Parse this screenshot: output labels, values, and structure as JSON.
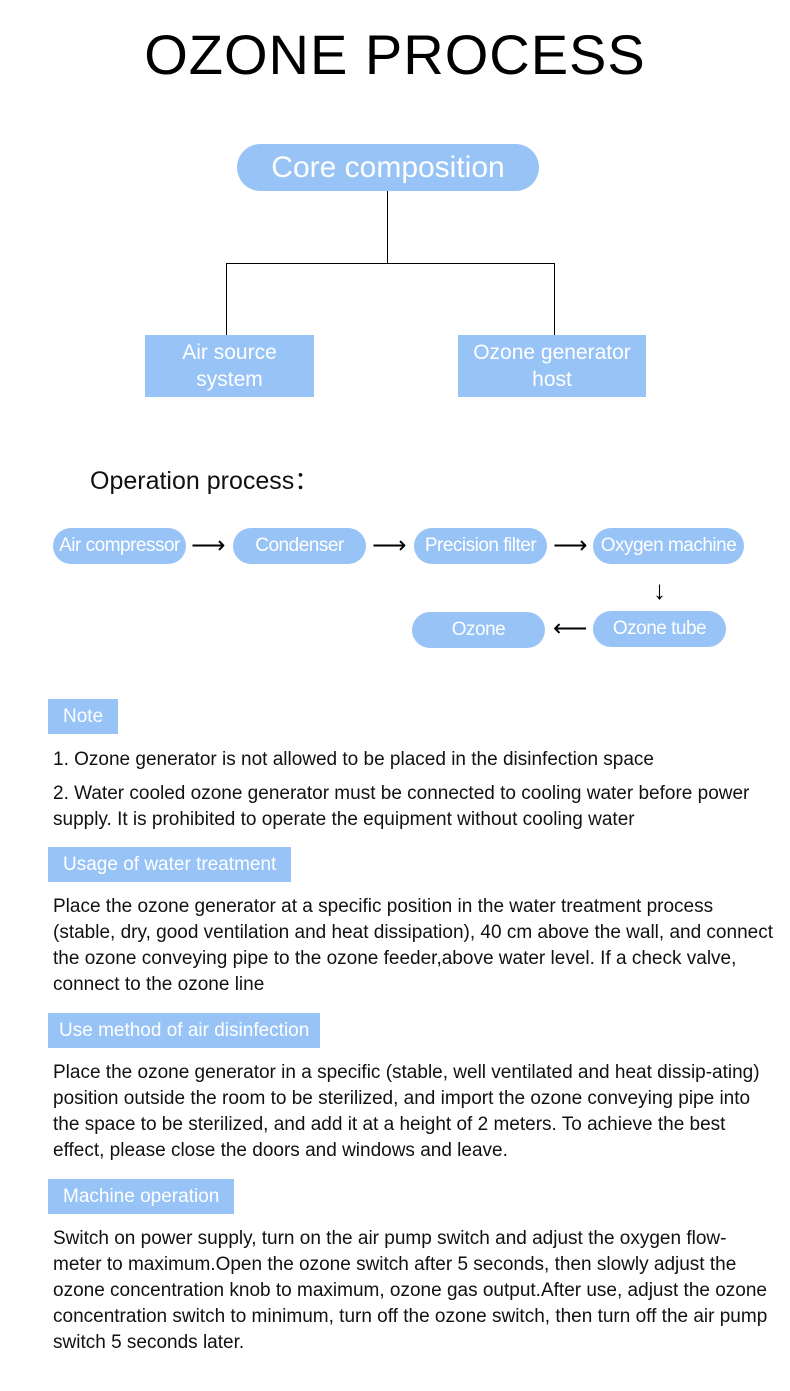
{
  "title": "OZONE PROCESS",
  "core": {
    "label": "Core composition",
    "left_box": [
      "Air source",
      "system"
    ],
    "right_box": [
      "Ozone generator",
      "host"
    ]
  },
  "operation": {
    "heading": "Operation process：",
    "steps": [
      "Air compressor",
      "Condenser",
      "Precision filter",
      "Oxygen machine",
      "Ozone tube",
      "Ozone"
    ],
    "arrows": {
      "right": "⟶",
      "down": "↓",
      "left": "⟵"
    }
  },
  "sections": [
    {
      "label": "Note",
      "paragraphs": [
        "1. Ozone generator is not allowed to be placed in the disinfection space",
        "2. Water cooled ozone generator must be connected to cooling water before power supply. It is prohibited to operate the equipment without cooling water"
      ]
    },
    {
      "label": "Usage of water treatment",
      "paragraphs": [
        "Place the ozone generator at a specific position in the water treatment process (stable, dry, good ventilation and heat dissipation), 40 cm above the wall, and connect the ozone conveying pipe to the ozone feeder,above water level. If a check valve, connect to the ozone line"
      ]
    },
    {
      "label": "Use method of air disinfection",
      "paragraphs": [
        "Place the ozone generator in a specific (stable, well ventilated and heat dissip-ating) position outside the room to be sterilized, and import the ozone conveying pipe into the space to be sterilized, and add it at a height of 2 meters. To achieve the best effect, please close the doors and windows and leave."
      ]
    },
    {
      "label": "Machine operation",
      "paragraphs": [
        "Switch on power supply, turn on the air pump switch and adjust the oxygen flow-meter to maximum.Open the ozone switch after 5 seconds, then slowly adjust the ozone concentration knob to maximum, ozone gas output.After use, adjust the ozone concentration switch to minimum, turn off the ozone switch, then turn off the air pump switch 5 seconds later."
      ]
    }
  ],
  "colors": {
    "accent": "#97c3f7",
    "text": "#111111",
    "background": "#ffffff"
  }
}
